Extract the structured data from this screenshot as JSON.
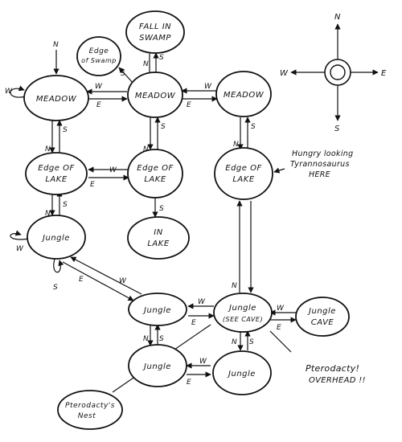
{
  "compass": {
    "n": "N",
    "s": "S",
    "e": "E",
    "w": "W"
  },
  "nodes": {
    "fall_in_swamp": [
      "FALL IN",
      "SWAMP"
    ],
    "edge_of_swamp": [
      "Edge",
      "of Swamp"
    ],
    "meadow_left": [
      "MEADOW"
    ],
    "meadow_center": [
      "MEADOW"
    ],
    "meadow_right": [
      "MEADOW"
    ],
    "edge_of_lake_left": [
      "Edge OF",
      "LAKE"
    ],
    "edge_of_lake_center": [
      "Edge OF",
      "LAKE"
    ],
    "edge_of_lake_right": [
      "Edge OF",
      "LAKE"
    ],
    "in_lake": [
      "IN",
      "LAKE"
    ],
    "jungle_top": [
      "Jungle"
    ],
    "jungle_mid_left": [
      "Jungle"
    ],
    "jungle_see_cave": [
      "Jungle",
      "(SEE CAVE)"
    ],
    "jungle_cave": [
      "Jungle",
      "CAVE"
    ],
    "jungle_lower_left": [
      "Jungle"
    ],
    "jungle_lower_right": [
      "Jungle"
    ],
    "pterodactyl_nest": [
      "Pterodacty's",
      "Nest"
    ]
  },
  "notes": {
    "tyrannosaurus": [
      "Hungry looking",
      "Tyrannosaurus",
      "HERE"
    ],
    "pterodactyl": [
      "Pterodacty!",
      "OVERHEAD !!"
    ]
  },
  "labels": {
    "n": "N",
    "s": "S",
    "e": "E",
    "w": "W"
  }
}
